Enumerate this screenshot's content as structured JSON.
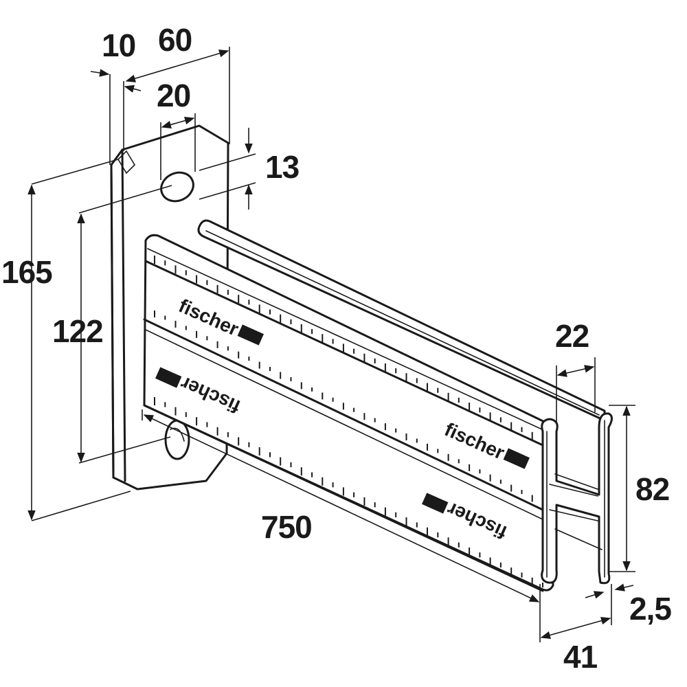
{
  "drawing": {
    "dimensions": {
      "plate_thickness": "10",
      "plate_width": "60",
      "slot_width": "20",
      "slot_height": "13",
      "plate_height": "165",
      "hole_spacing": "122",
      "arm_length": "750",
      "channel_opening": "22",
      "channel_height": "82",
      "wall_thickness": "2,5",
      "channel_width": "41"
    },
    "brand": {
      "label": "fischer"
    },
    "colors": {
      "line": "#1a1a1a",
      "background": "#ffffff"
    }
  }
}
